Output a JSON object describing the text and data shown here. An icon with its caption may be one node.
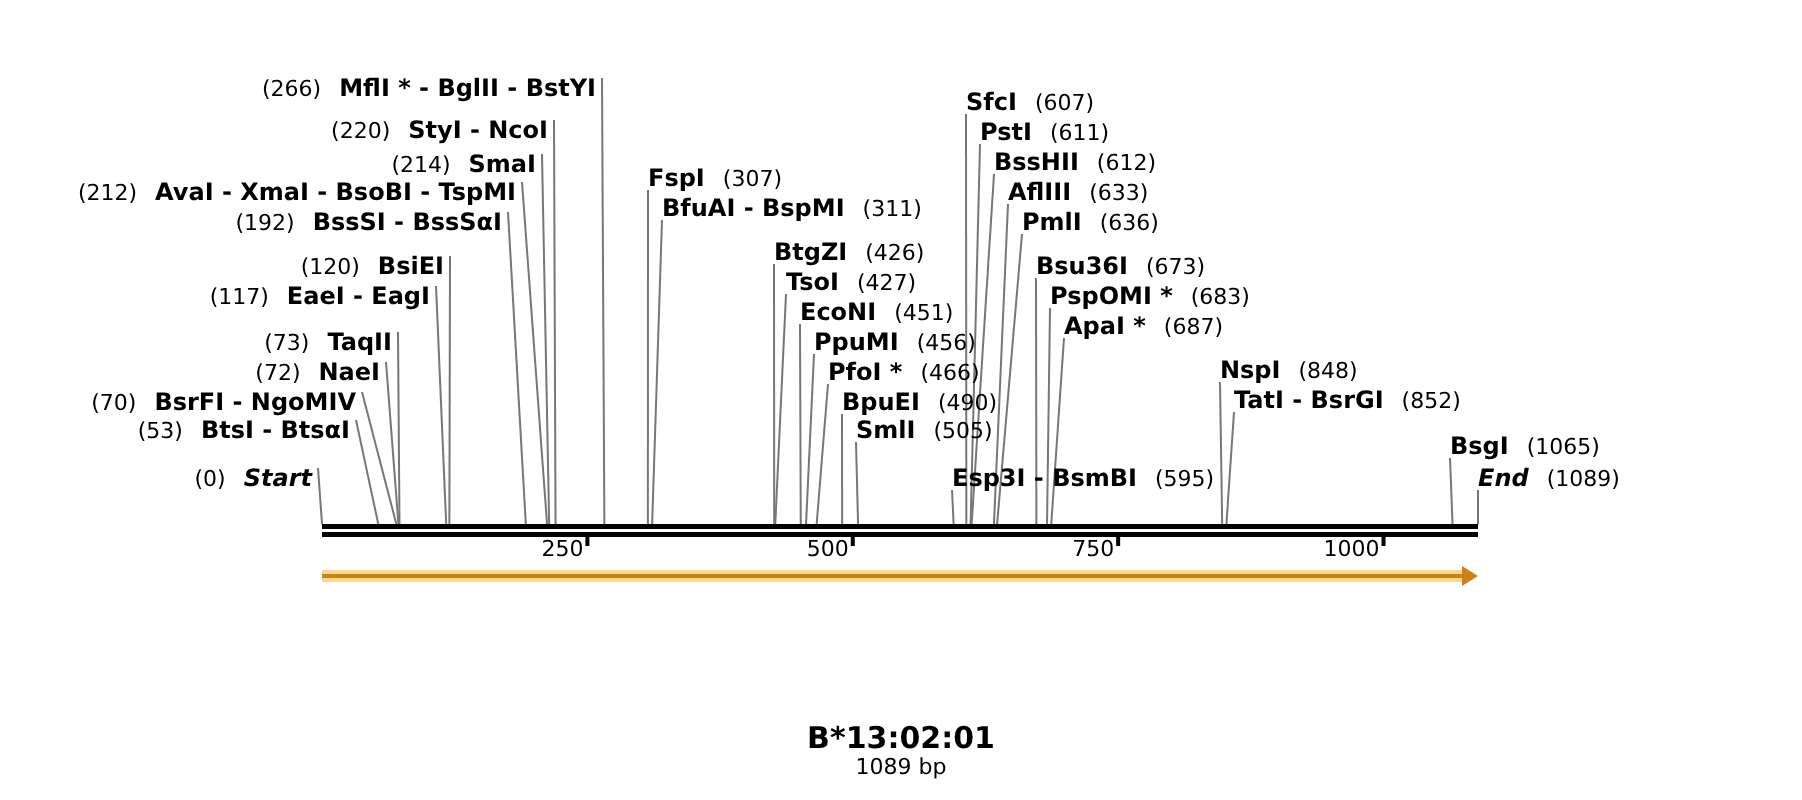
{
  "diagram": {
    "title": "B*13:02:01",
    "caption": "1089 bp",
    "nodes": [
      {
        "text": [
          "(266)",
          "MflI * - BglII - BstYI"
        ]
      },
      {
        "text": [
          "(220)",
          "StyI - NcoI"
        ]
      },
      {
        "text": [
          "(214)",
          "SmaI"
        ]
      },
      {
        "text": [
          "(212)",
          "AvaI - XmaI - BsoBI - TspMI"
        ]
      },
      {
        "text": [
          "(192)",
          "BssSI - BssSαI"
        ]
      },
      {
        "text": [
          "(120)",
          "BsiEI"
        ]
      },
      {
        "text": [
          "(117)",
          "EaeI - EagI"
        ]
      },
      {
        "text": [
          "(73)",
          "TaqII"
        ]
      },
      {
        "text": [
          "(72)",
          "NaeI"
        ]
      },
      {
        "text": [
          "(70)",
          "BsrFI - NgoMIV"
        ]
      },
      {
        "text": [
          "(53)",
          "BtsI - BtsαI"
        ]
      },
      {
        "text": [
          "(0)",
          "Start"
        ]
      },
      {
        "text": [
          "FspI",
          "(307)"
        ]
      },
      {
        "text": [
          "BfuAI - BspMI",
          "(311)"
        ]
      },
      {
        "text": [
          "BtgZI",
          "(426)"
        ]
      },
      {
        "text": [
          "TsoI",
          "(427)"
        ]
      },
      {
        "text": [
          "EcoNI",
          "(451)"
        ]
      },
      {
        "text": [
          "PpuMI",
          "(456)"
        ]
      },
      {
        "text": [
          "PfoI *",
          "(466)"
        ]
      },
      {
        "text": [
          "BpuEI",
          "(490)"
        ]
      },
      {
        "text": [
          "SmlI",
          "(505)"
        ]
      },
      {
        "text": [
          "Esp3I - BsmBI",
          "(595)"
        ]
      },
      {
        "text": [
          "SfcI",
          "(607)"
        ]
      },
      {
        "text": [
          "PstI",
          "(611)"
        ]
      },
      {
        "text": [
          "BssHII",
          "(612)"
        ]
      },
      {
        "text": [
          "AflIII",
          "(633)"
        ]
      },
      {
        "text": [
          "PmlI",
          "(636)"
        ]
      },
      {
        "text": [
          "Bsu36I",
          "(673)"
        ]
      },
      {
        "text": [
          "PspOMI *",
          "(683)"
        ]
      },
      {
        "text": [
          "ApaI *",
          "(687)"
        ]
      },
      {
        "text": [
          "NspI",
          "(848)"
        ]
      },
      {
        "text": [
          "TatI - BsrGI",
          "(852)"
        ]
      },
      {
        "text": [
          "BsgI",
          "(1065)"
        ]
      },
      {
        "text": [
          "End",
          "(1089)"
        ]
      },
      {
        "text": [],
        "shape": "bar",
        "beside": [
          "250",
          "500",
          "750",
          "1000"
        ]
      }
    ],
    "edges": [
      {
        "from": 0,
        "to": 34,
        "arrow": "none"
      },
      {
        "from": 1,
        "to": 34,
        "arrow": "none"
      },
      {
        "from": 2,
        "to": 34,
        "arrow": "none"
      },
      {
        "from": 3,
        "to": 34,
        "arrow": "none"
      },
      {
        "from": 4,
        "to": 34,
        "arrow": "none"
      },
      {
        "from": 5,
        "to": 34,
        "arrow": "none"
      },
      {
        "from": 6,
        "to": 34,
        "arrow": "none"
      },
      {
        "from": 7,
        "to": 34,
        "arrow": "none"
      },
      {
        "from": 8,
        "to": 34,
        "arrow": "none"
      },
      {
        "from": 9,
        "to": 34,
        "arrow": "none"
      },
      {
        "from": 10,
        "to": 34,
        "arrow": "none"
      },
      {
        "from": 11,
        "to": 34,
        "arrow": "none"
      },
      {
        "from": 12,
        "to": 34,
        "arrow": "none"
      },
      {
        "from": 13,
        "to": 34,
        "arrow": "none"
      },
      {
        "from": 14,
        "to": 34,
        "arrow": "none"
      },
      {
        "from": 15,
        "to": 34,
        "arrow": "none"
      },
      {
        "from": 16,
        "to": 34,
        "arrow": "none"
      },
      {
        "from": 17,
        "to": 34,
        "arrow": "none"
      },
      {
        "from": 18,
        "to": 34,
        "arrow": "none"
      },
      {
        "from": 19,
        "to": 34,
        "arrow": "none"
      },
      {
        "from": 20,
        "to": 34,
        "arrow": "none"
      },
      {
        "from": 21,
        "to": 34,
        "arrow": "none"
      },
      {
        "from": 22,
        "to": 34,
        "arrow": "none"
      },
      {
        "from": 23,
        "to": 34,
        "arrow": "none"
      },
      {
        "from": 24,
        "to": 34,
        "arrow": "none"
      },
      {
        "from": 25,
        "to": 34,
        "arrow": "none"
      },
      {
        "from": 26,
        "to": 34,
        "arrow": "none"
      },
      {
        "from": 27,
        "to": 34,
        "arrow": "none"
      },
      {
        "from": 28,
        "to": 34,
        "arrow": "none"
      },
      {
        "from": 29,
        "to": 34,
        "arrow": "none"
      },
      {
        "from": 30,
        "to": 34,
        "arrow": "none"
      },
      {
        "from": 31,
        "to": 34,
        "arrow": "none"
      },
      {
        "from": 32,
        "to": 34,
        "arrow": "none"
      },
      {
        "from": 33,
        "to": 34,
        "arrow": "none"
      }
    ]
  }
}
